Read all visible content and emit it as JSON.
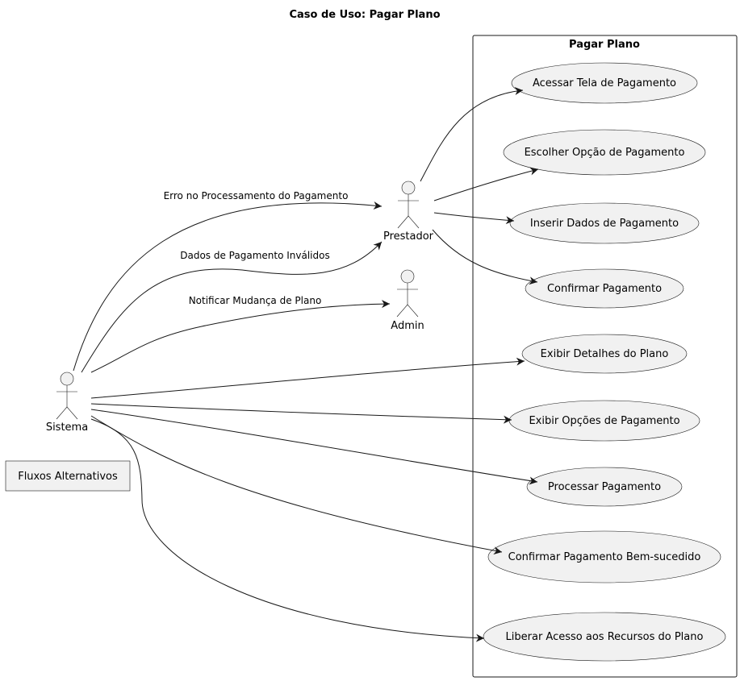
{
  "title": "Caso de Uso: Pagar Plano",
  "package": {
    "label": "Pagar Plano"
  },
  "actors": {
    "prestador": "Prestador",
    "admin": "Admin",
    "sistema": "Sistema"
  },
  "use_cases": [
    "Acessar Tela de Pagamento",
    "Escolher Opção de Pagamento",
    "Inserir Dados de Pagamento",
    "Confirmar Pagamento",
    "Exibir Detalhes do Plano",
    "Exibir Opções de Pagamento",
    "Processar Pagamento",
    "Confirmar Pagamento Bem-sucedido",
    "Liberar Acesso aos Recursos do Plano"
  ],
  "edge_labels": {
    "erro": "Erro no Processamento do Pagamento",
    "invalidos": "Dados de Pagamento Inválidos",
    "notificar": "Notificar Mudança de Plano"
  },
  "note": "Fluxos Alternativos"
}
